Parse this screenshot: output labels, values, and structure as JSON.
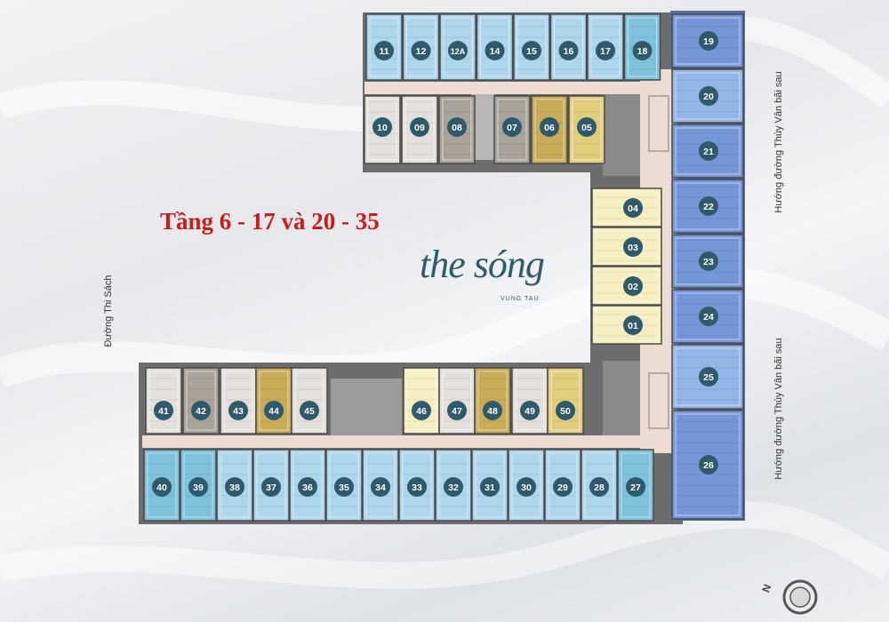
{
  "floor_title": "Tầng 6 - 17 và 20 - 35",
  "streets": {
    "left": "Đường Thi Sách",
    "right_top": "Hướng đường Thùy Vân bãi sau",
    "right_bottom": "Hướng đường Thùy Vân bãi sau"
  },
  "logo": {
    "name": "the sóng",
    "subtitle": "VUNG TAU"
  },
  "compass": {
    "north_label": "N"
  },
  "colors": {
    "blue_light": "#aed6ec",
    "blue_teal": "#7fc2dc",
    "blue_mid": "#93b6e6",
    "blue_dark": "#7597d8",
    "cream": "#f6efc2",
    "gold": "#c9ac58",
    "gold_light": "#e2cf7e",
    "grey_light": "#e4e1dc",
    "grey_mid": "#c4bfb7",
    "grey_dark": "#a9a39a",
    "corridor": "#ecdcd1",
    "label_circle": "#2e5a6c"
  },
  "units": {
    "top_row": [
      "11",
      "12",
      "12A",
      "14",
      "15",
      "16",
      "17",
      "18"
    ],
    "second_row": [
      "10",
      "09",
      "08",
      "07",
      "06",
      "05"
    ],
    "middle_column": [
      "04",
      "03",
      "02",
      "01"
    ],
    "right_wing": [
      "19",
      "20",
      "21",
      "22",
      "23",
      "24",
      "25",
      "26"
    ],
    "lower_row": [
      "41",
      "42",
      "43",
      "44",
      "45",
      "46",
      "47",
      "48",
      "49",
      "50"
    ],
    "bottom_row": [
      "40",
      "39",
      "38",
      "37",
      "36",
      "35",
      "34",
      "33",
      "32",
      "31",
      "30",
      "29",
      "28",
      "27"
    ]
  }
}
